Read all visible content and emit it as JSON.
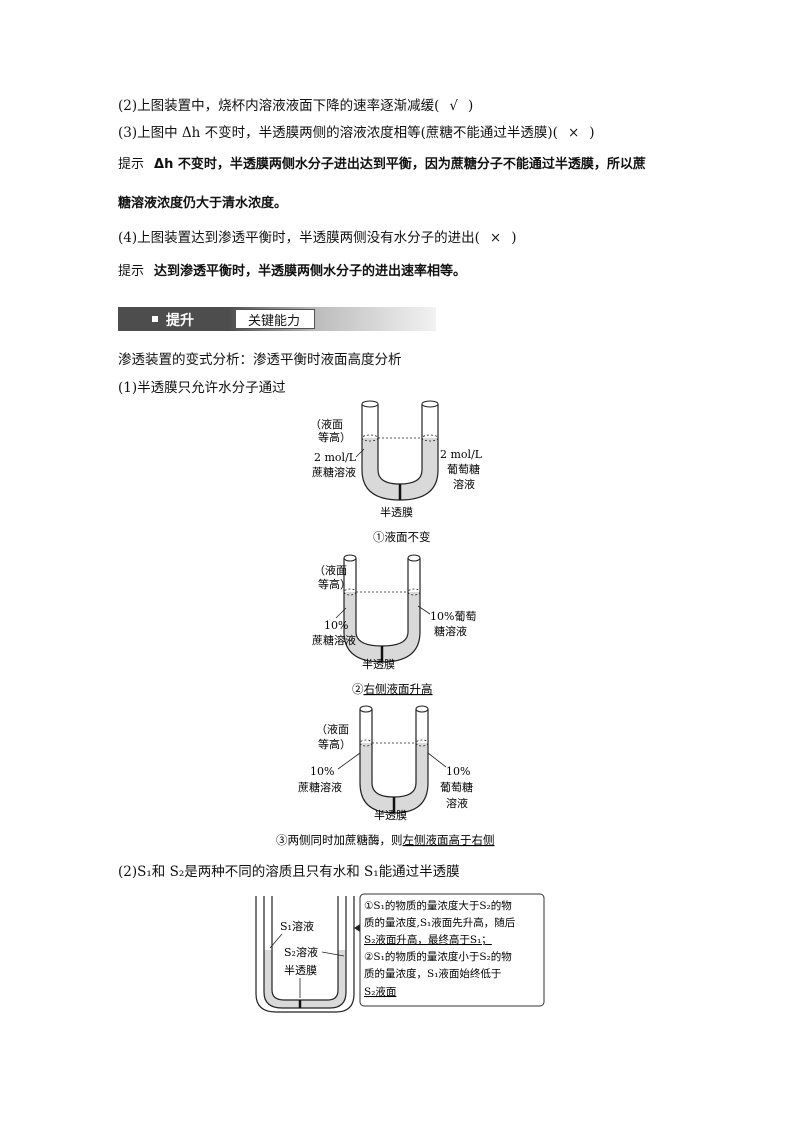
{
  "items": {
    "q2": {
      "text": "(2)上图装置中，烧杯内溶液液面下降的速率逐渐减缓(",
      "mark": "√",
      "end": ")"
    },
    "q3": {
      "text": "(3)上图中 Δh 不变时，半透膜两侧的溶液浓度相等(蔗糖不能通过半透膜)(",
      "mark": "×",
      "end": ")"
    },
    "hint3": {
      "label": "提示",
      "line1": "Δh 不变时，半透膜两侧水分子进出达到平衡，因为蔗糖分子不能通过半透膜，所以蔗",
      "line2": "糖溶液浓度仍大于清水浓度。"
    },
    "q4": {
      "text": "(4)上图装置达到渗透平衡时，半透膜两侧没有水分子的进出(",
      "mark": "×",
      "end": ")"
    },
    "hint4": {
      "label": "提示",
      "line1": "达到渗透平衡时，半透膜两侧水分子的进出速率相等。"
    }
  },
  "section": {
    "title": "提升",
    "subtitle": "关键能力"
  },
  "intro": "渗透装置的变式分析：渗透平衡时液面高度分析",
  "case1": {
    "title": "(1)半透膜只允许水分子通过"
  },
  "diagram1": {
    "level_note_1": "（液面",
    "level_note_2": "等高）",
    "left_1": "2 mol/L",
    "left_2": "蔗糖溶液",
    "right_1": "2 mol/L",
    "right_2": "葡萄糖",
    "right_3": "溶液",
    "membrane": "半透膜",
    "caption": "①液面不变"
  },
  "diagram2": {
    "level_note_1": "（液面",
    "level_note_2": "等高）",
    "left_1": "10%",
    "left_2": "蔗糖溶液",
    "right_1": "10%葡萄",
    "right_2": "糖溶液",
    "membrane": "半透膜",
    "caption_prefix": "②",
    "caption_ul": "右侧液面升高"
  },
  "diagram3": {
    "level_note_1": "（液面",
    "level_note_2": "等高）",
    "left_1": "10%",
    "left_2": "蔗糖溶液",
    "right_1": "10%",
    "right_2": "葡萄糖",
    "right_3": "溶液",
    "membrane": "半透膜",
    "caption_prefix": "③两侧同时加蔗糖酶，则",
    "caption_ul": "左侧液面高于右侧"
  },
  "case2": {
    "title": "(2)S₁和 S₂是两种不同的溶质且只有水和 S₁能通过半透膜"
  },
  "diagram4": {
    "label_s1": "S₁溶液",
    "label_s2": "S₂溶液",
    "membrane": "半透膜",
    "box_line1": "①S₁的物质的量浓度大于S₂的物",
    "box_line2": "质的量浓度,S₁液面先升高，随后",
    "box_line3": "S₂液面升高，最终高于S₁；",
    "box_line4": "②S₁的物质的量浓度小于S₂的物",
    "box_line5": "质的量浓度，S₁液面始终低于",
    "box_line6": "S₂液面"
  },
  "colors": {
    "fill": "#d9d9d9",
    "bar_dark": "#4d4d4d"
  }
}
